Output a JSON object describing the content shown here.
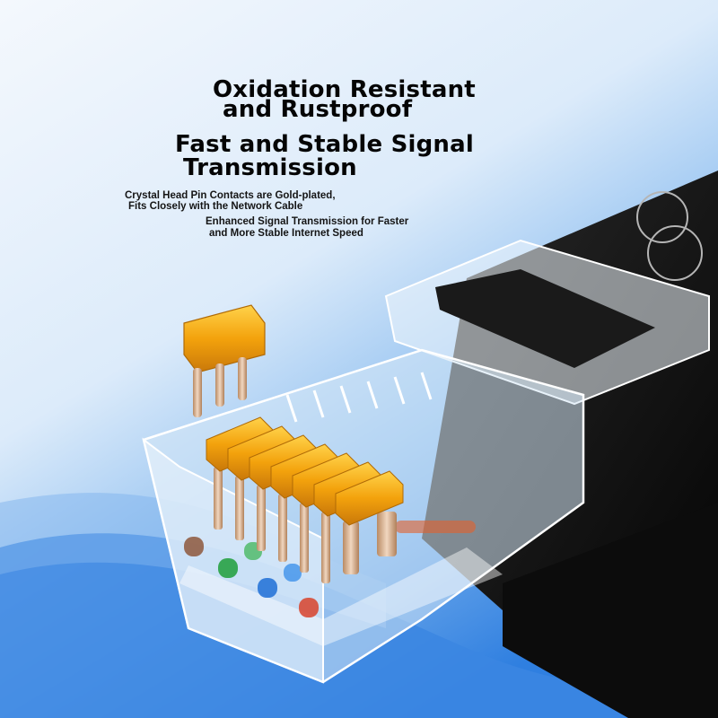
{
  "headline1": {
    "line1": "Oxidation Resistant",
    "line2": "and Rustproof"
  },
  "headline2": {
    "line1": "Fast and Stable Signal",
    "line2": "Transmission"
  },
  "caption1": {
    "line1": "Crystal Head Pin Contacts are Gold-plated,",
    "line2": "Fits Closely with the Network Cable"
  },
  "caption2": {
    "line1": "Enhanced Signal Transmission for Faster",
    "line2": "and More Stable Internet Speed"
  },
  "colors": {
    "background_light": "#eef5fc",
    "background_blue": "#2f7fe0",
    "gold": "#f3a20c",
    "cable_black": "#141414",
    "clear_plastic": "#d6e8f6"
  }
}
